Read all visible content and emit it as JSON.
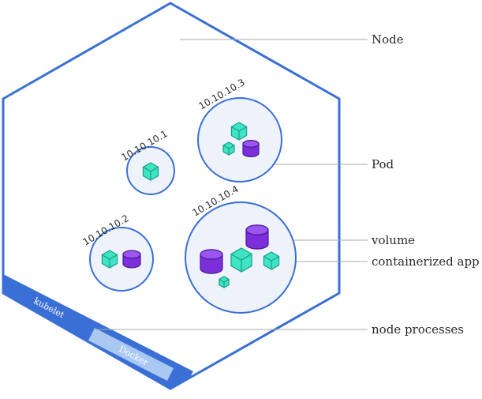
{
  "colors": {
    "border": "#3a6fd6",
    "pod_fill": "#eef3fb",
    "pod_stroke": "#3a6fd6",
    "container": "#3ee4c3",
    "container_dark": "#1a9e88",
    "volume": "#7c2fd9",
    "volume_top": "#9b55f0",
    "leader": "#a8a8a8",
    "kubelet_band": "#3a6fd6",
    "docker_band": "#a9c8f2"
  },
  "icons": {
    "container": "cube-icon",
    "volume": "cylinder-icon"
  },
  "labels": {
    "node": "Node",
    "pod": "Pod",
    "volume": "volume",
    "containerized_app": "containerized app",
    "node_processes": "node processes"
  },
  "pods": [
    {
      "ip": "10.10.10.1"
    },
    {
      "ip": "10.10.10.2"
    },
    {
      "ip": "10.10.10.3"
    },
    {
      "ip": "10.10.10.4"
    }
  ],
  "processes": {
    "kubelet": "kubelet",
    "docker": "Docker"
  }
}
